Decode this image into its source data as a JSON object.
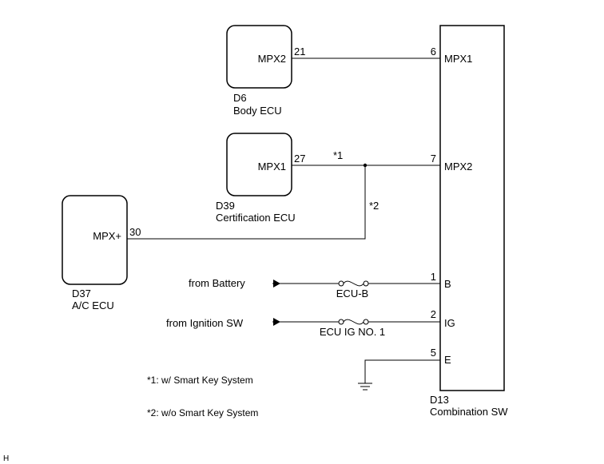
{
  "colors": {
    "line": "#000000",
    "background": "#ffffff"
  },
  "components": {
    "body_ecu": {
      "code": "D6",
      "name": "Body ECU",
      "pin_label": "MPX2",
      "pin_no": "21"
    },
    "cert_ecu": {
      "code": "D39",
      "name": "Certification ECU",
      "pin_label": "MPX1",
      "pin_no": "27"
    },
    "ac_ecu": {
      "code": "D37",
      "name": "A/C ECU",
      "pin_label": "MPX+",
      "pin_no": "30"
    },
    "combo_sw": {
      "code": "D13",
      "name": "Combination SW",
      "pins": [
        {
          "no": "6",
          "label": "MPX1"
        },
        {
          "no": "7",
          "label": "MPX2"
        },
        {
          "no": "1",
          "label": "B"
        },
        {
          "no": "2",
          "label": "IG"
        },
        {
          "no": "5",
          "label": "E"
        }
      ]
    }
  },
  "sources": {
    "battery": {
      "label": "from Battery",
      "fuse": "ECU-B"
    },
    "ignition": {
      "label": "from Ignition SW",
      "fuse": "ECU IG NO. 1"
    }
  },
  "wire_marks": {
    "mark1": "*1",
    "mark2": "*2"
  },
  "notes": [
    "*1: w/ Smart Key System",
    "*2: w/o Smart Key System"
  ],
  "corner_mark": "H",
  "icons": {
    "ground": "ground-symbol-icon",
    "arrow": "arrow-right-icon",
    "fuse": "fuse-icon"
  }
}
